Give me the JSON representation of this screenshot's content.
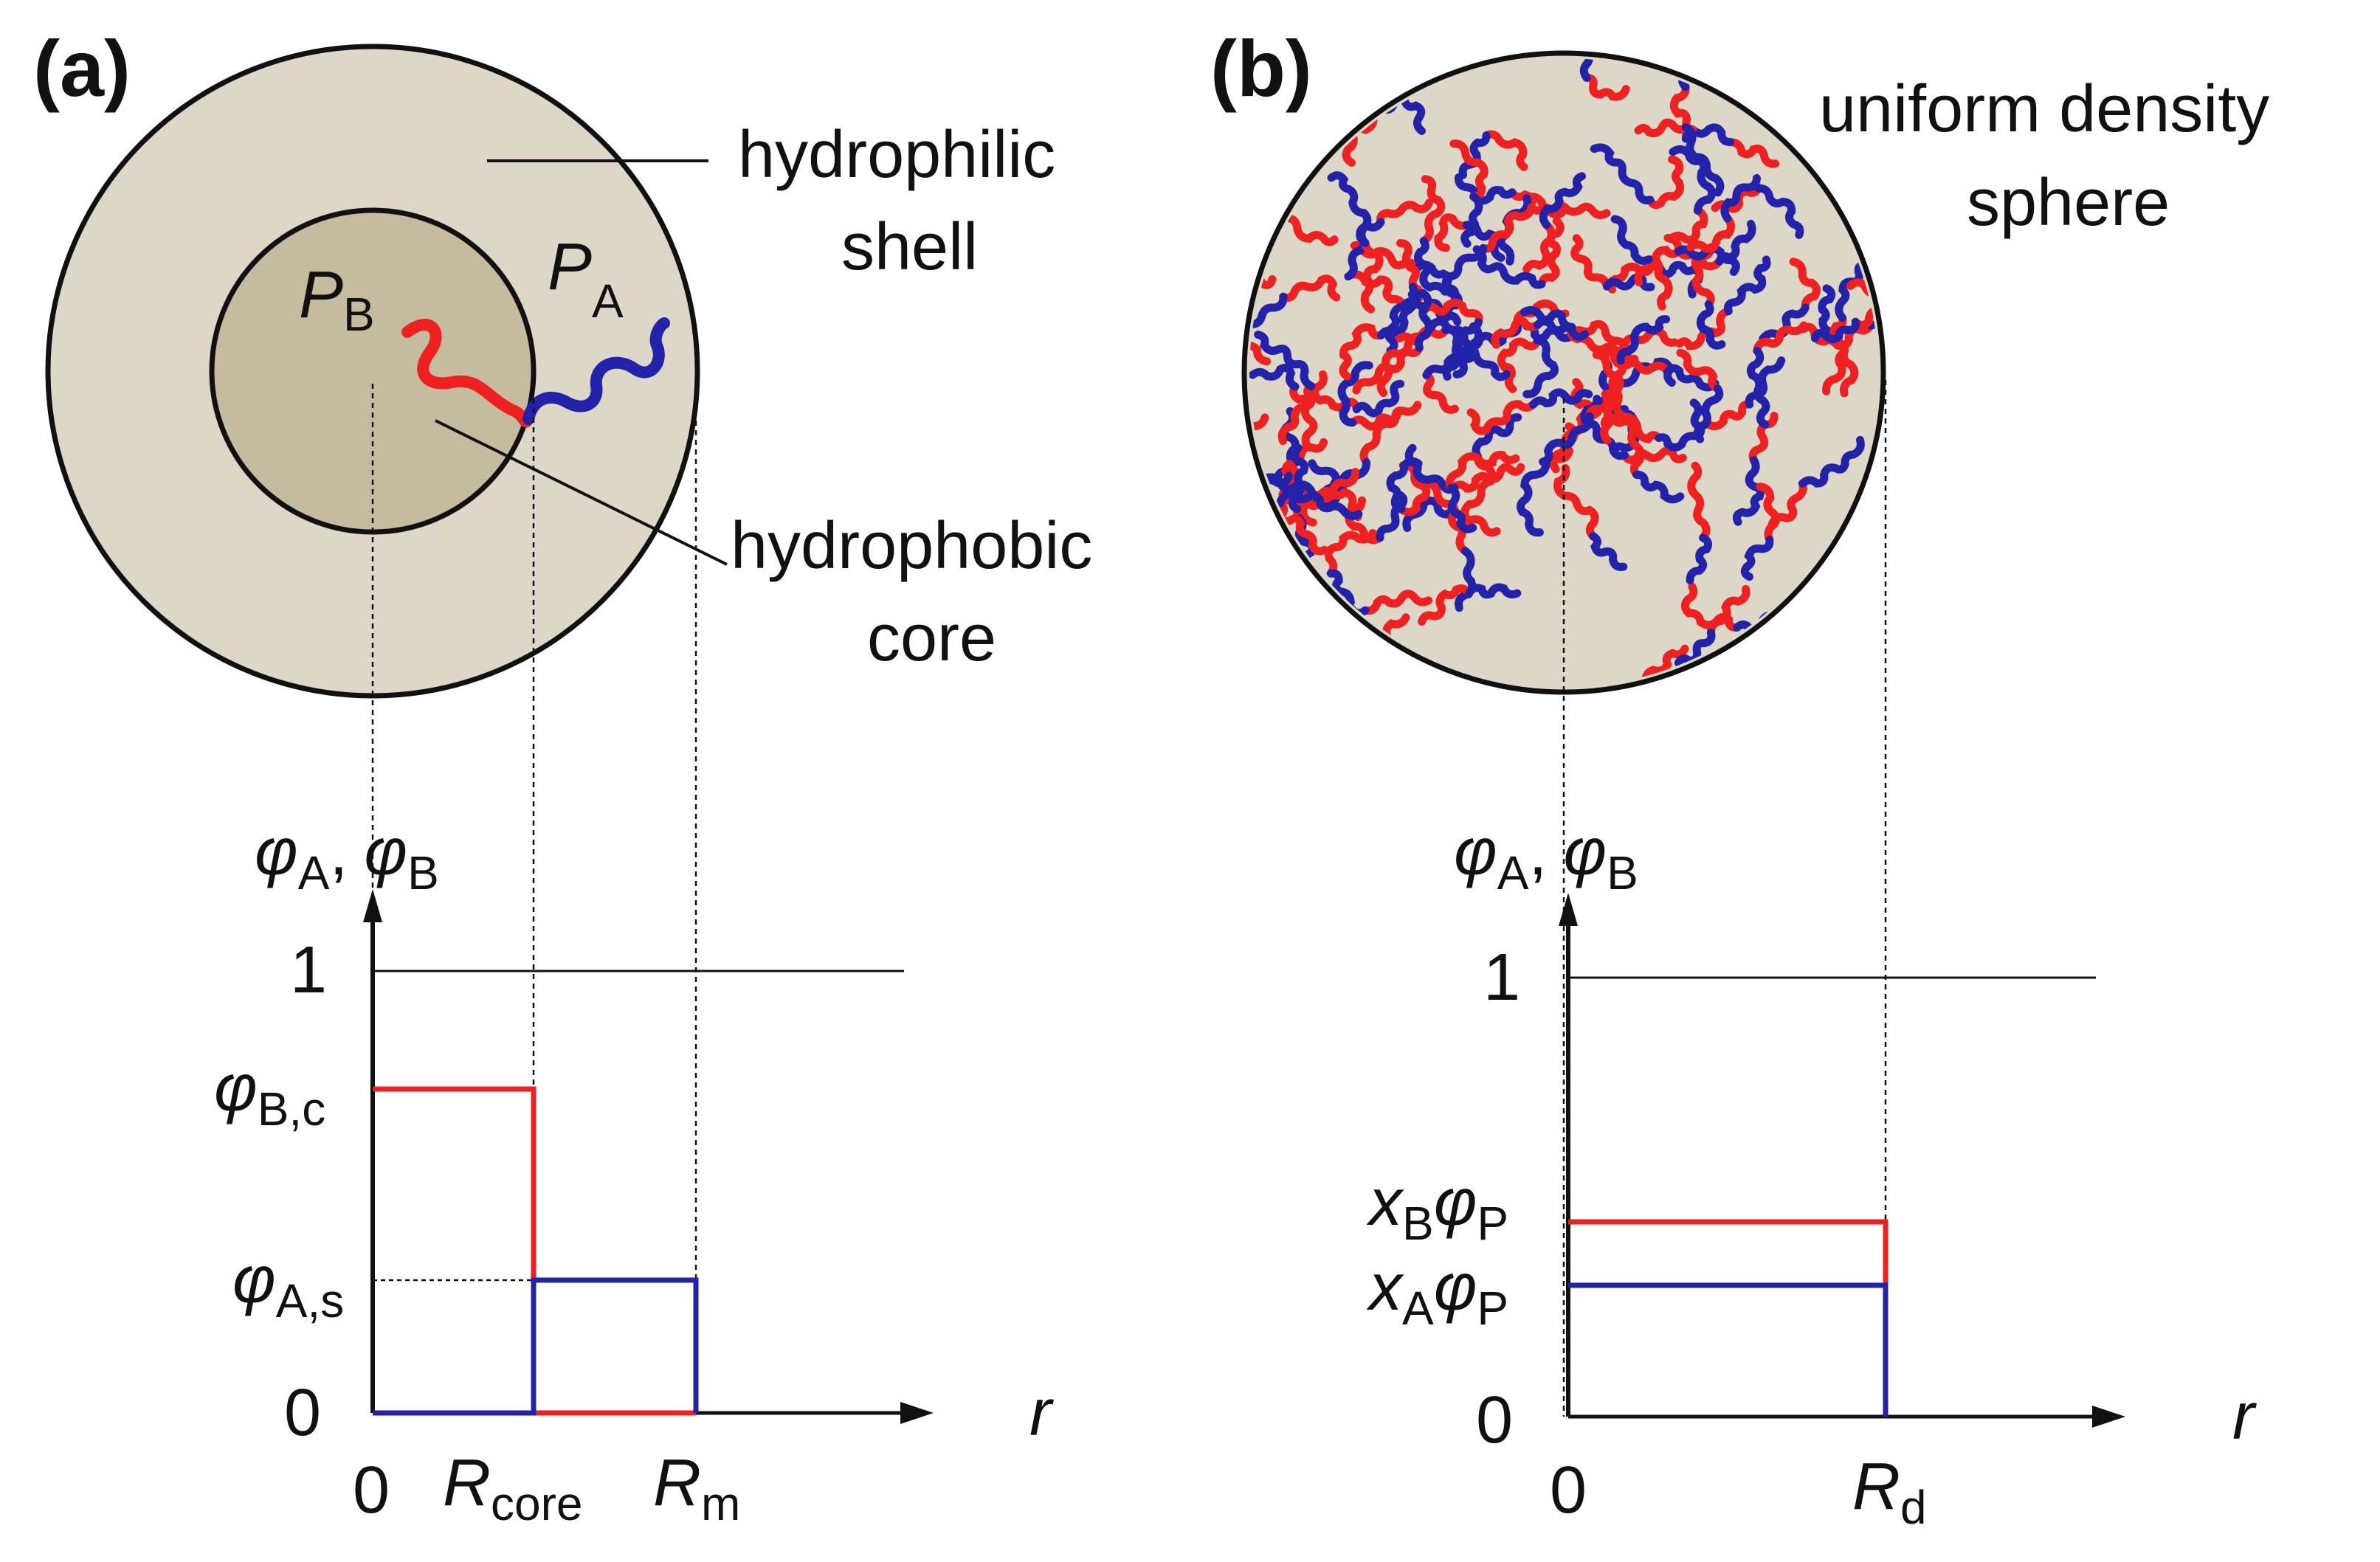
{
  "panel_a": {
    "label": "(a)",
    "shell_label": [
      "hydrophilic",
      "shell"
    ],
    "core_label": [
      "hydrophobic",
      "core"
    ],
    "block_b": {
      "symbol": "P",
      "subscript": "B"
    },
    "block_a": {
      "symbol": "P",
      "subscript": "A"
    },
    "y_axis_label": {
      "phi": "φ",
      "a_sub": "A",
      "comma": ",",
      "b_sub": "B"
    },
    "y_ticks": {
      "one": "1",
      "phi_b_c": {
        "phi": "φ",
        "sub": "B,c"
      },
      "phi_a_s": {
        "phi": "φ",
        "sub": "A,s"
      },
      "zero": "0"
    },
    "x_axis_label": "r",
    "x_ticks": {
      "zero": "0",
      "r_core": {
        "R": "R",
        "sub": "core"
      },
      "r_m": {
        "R": "R",
        "sub": "m"
      }
    }
  },
  "panel_b": {
    "label": "(b)",
    "sphere_label": [
      "uniform density",
      "sphere"
    ],
    "y_axis_label": {
      "phi": "φ",
      "a_sub": "A",
      "comma": ",",
      "b_sub": "B"
    },
    "y_ticks": {
      "one": "1",
      "xb_phi_p": {
        "x": "x",
        "x_sub": "B",
        "phi": "φ",
        "phi_sub": "P"
      },
      "xa_phi_p": {
        "x": "x",
        "x_sub": "A",
        "phi": "φ",
        "phi_sub": "P"
      },
      "zero": "0"
    },
    "x_axis_label": "r",
    "x_ticks": {
      "zero": "0",
      "r_d": {
        "R": "R",
        "sub": "d"
      }
    }
  },
  "colors": {
    "block_a": "#2222aa",
    "block_b": "#ee2020",
    "shell_fill": "#ddd7c7",
    "core_fill": "#c5bb9f",
    "outline": "#111111"
  }
}
